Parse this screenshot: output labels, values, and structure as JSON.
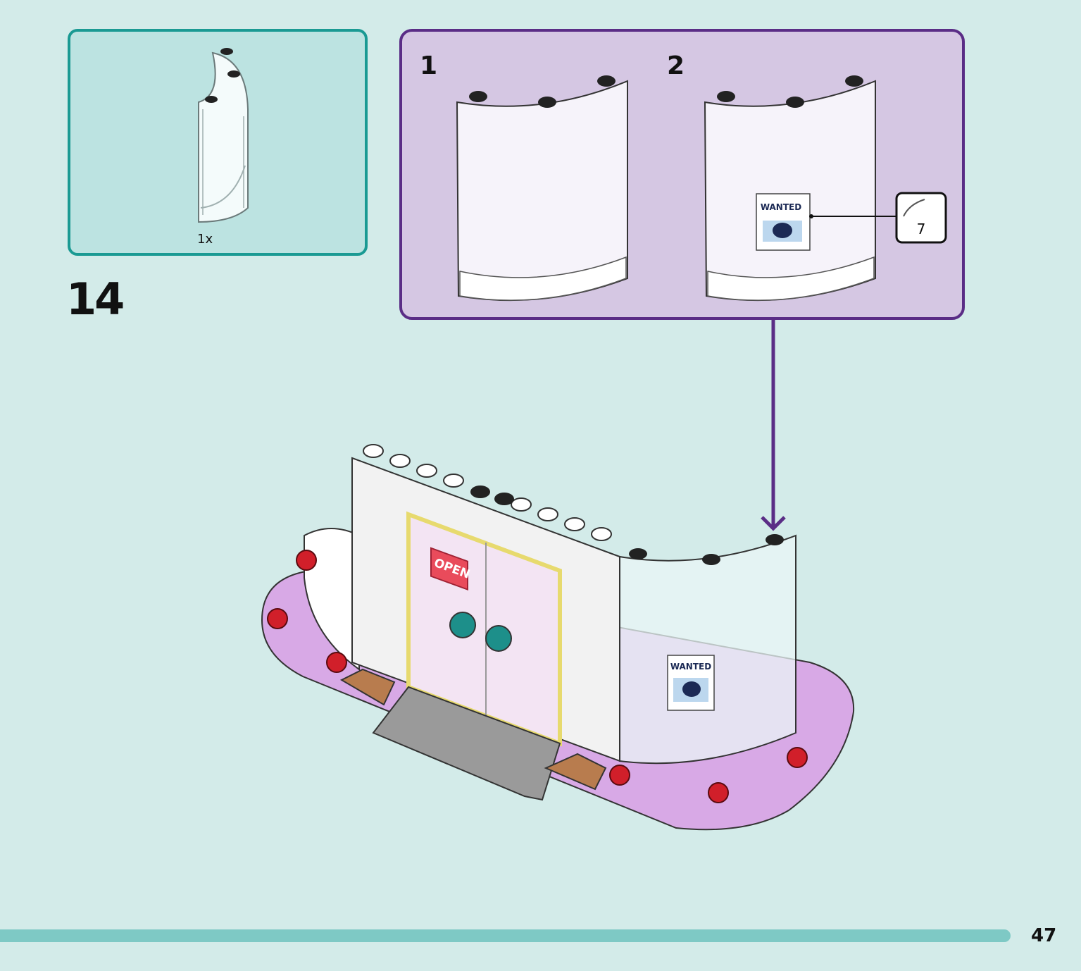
{
  "parts_callout": {
    "quantity": "1x",
    "part": "transparent-curved-panel-icon"
  },
  "step": {
    "number": "14"
  },
  "sub_assembly": {
    "steps": [
      {
        "number": "1"
      },
      {
        "number": "2"
      }
    ],
    "sticker": {
      "number": "7",
      "text": "WANTED"
    }
  },
  "main_build": {
    "door_sign": "OPEN",
    "poster_text": "WANTED"
  },
  "page": {
    "number": "47"
  },
  "colors": {
    "background": "#d3ebe9",
    "parts_border": "#1a9a93",
    "parts_fill": "#bce3e1",
    "subassembly_border": "#5a2d86",
    "subassembly_fill": "#d5c7e3",
    "footer_bar": "#7ec9c5",
    "base_lavender": "#d8a9e6"
  }
}
